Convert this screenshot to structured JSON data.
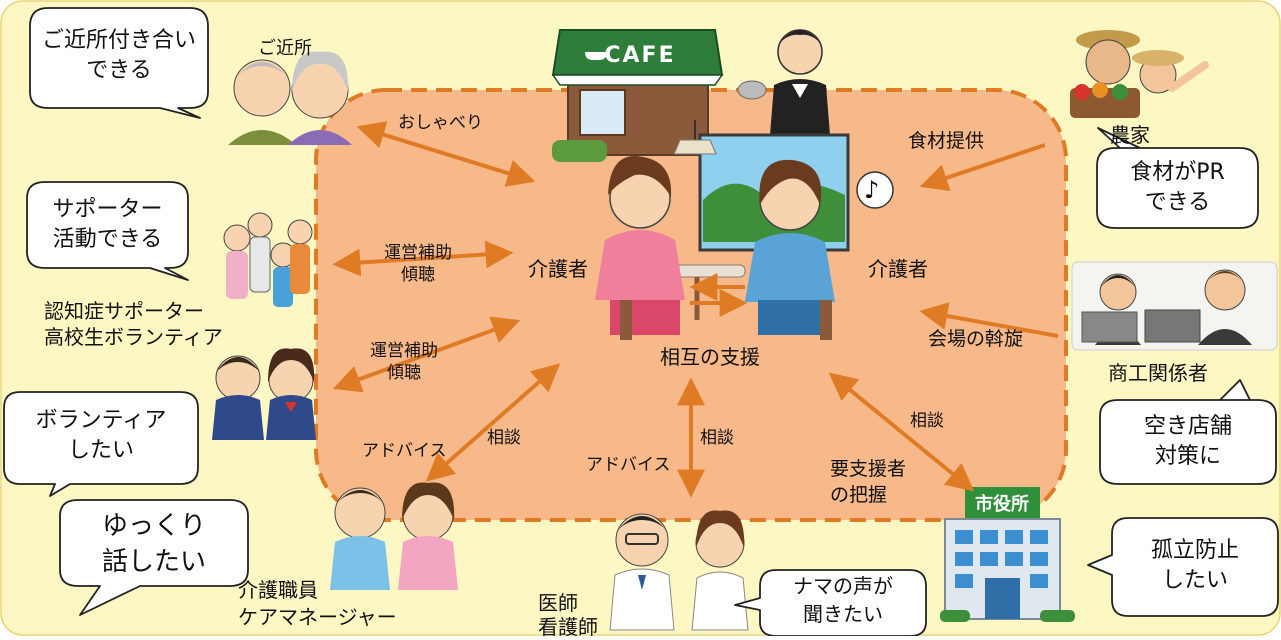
{
  "colors": {
    "background": "#fdf7c3",
    "center_area": "#f8b98a",
    "border_dash": "#e07b25",
    "arrow": "#e07b25"
  },
  "center": {
    "cafe_sign": "CAFE",
    "caregiver_left": "介護者",
    "caregiver_right": "介護者",
    "mutual_support": "相互の支援",
    "note_icon": "♪"
  },
  "participants": {
    "neighbors": "ご近所",
    "farmer": "農家",
    "dementia_supporter": "認知症サポーター",
    "hs_volunteer": "高校生ボランティア",
    "merchants": "商工関係者",
    "care_staff": "介護職員",
    "care_manager": "ケアマネージャー",
    "doctor": "医師",
    "nurse": "看護師",
    "city_hall_sign": "市役所"
  },
  "edges": {
    "chat": "おしゃべり",
    "food_supply": "食材提供",
    "support_listen_1a": "運営補助",
    "support_listen_1b": "傾聴",
    "support_listen_2a": "運営補助",
    "support_listen_2b": "傾聴",
    "venue": "会場の斡旋",
    "consult_staff": "相談",
    "advice_staff": "アドバイス",
    "consult_doctor": "相談",
    "advice_doctor": "アドバイス",
    "consult_city": "相談",
    "needs_a": "要支援者",
    "needs_b": "の把握"
  },
  "bubbles": {
    "neighbors_a": "ご近所付き合い",
    "neighbors_b": "できる",
    "supporter_a": "サポーター",
    "supporter_b": "活動できる",
    "volunteer_a": "ボランティア",
    "volunteer_b": "したい",
    "staff_a": "ゆっくり",
    "staff_b": "話したい",
    "farmer_a": "食材がPR",
    "farmer_b": "できる",
    "merchant_a": "空き店舗",
    "merchant_b": "対策に",
    "city_a": "孤立防止",
    "city_b": "したい",
    "doctor_a": "ナマの声が",
    "doctor_b": "聞きたい"
  }
}
